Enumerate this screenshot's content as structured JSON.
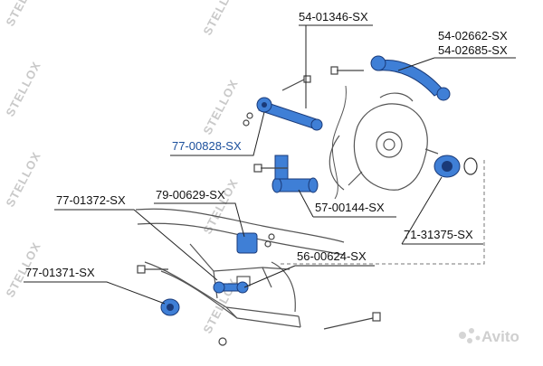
{
  "watermark": {
    "brand": "STELLOX"
  },
  "logo": {
    "text": "Avito"
  },
  "colors": {
    "part_blue": "#3f7fd6",
    "part_dark": "#1a3a78",
    "line": "#222222",
    "outline": "#555555",
    "label_highlight": "#1b4f9c"
  },
  "labels": [
    {
      "id": "54-01346",
      "text": "54-01346-SX"
    },
    {
      "id": "54-02662",
      "text": "54-02662-SX"
    },
    {
      "id": "54-02685",
      "text": "54-02685-SX"
    },
    {
      "id": "77-00828",
      "text": "77-00828-SX"
    },
    {
      "id": "77-01372",
      "text": "77-01372-SX"
    },
    {
      "id": "79-00629",
      "text": "79-00629-SX"
    },
    {
      "id": "57-00144",
      "text": "57-00144-SX"
    },
    {
      "id": "71-31375",
      "text": "71-31375-SX"
    },
    {
      "id": "56-00624",
      "text": "56-00624-SX"
    },
    {
      "id": "77-01371",
      "text": "77-01371-SX"
    }
  ]
}
